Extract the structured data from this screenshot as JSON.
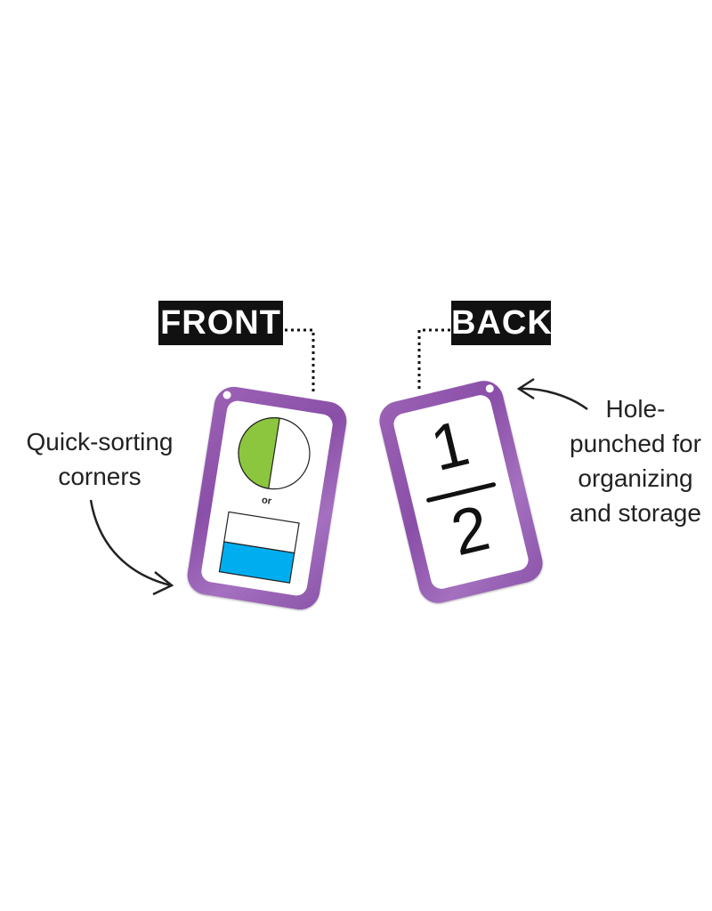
{
  "labels": {
    "front": "FRONT",
    "back": "BACK"
  },
  "callouts": {
    "left": [
      "Quick-sorting",
      "corners"
    ],
    "right": [
      "Hole-",
      "punched for",
      "organizing",
      "and storage"
    ]
  },
  "front_card": {
    "divider_text": "or",
    "circle_fill": "#8cc63f",
    "rect_fill": "#00aeef",
    "fraction_shown": 0.5
  },
  "back_card": {
    "numerator": "1",
    "denominator": "2"
  },
  "colors": {
    "card_border": "#9560b0",
    "label_bg": "#111111"
  }
}
